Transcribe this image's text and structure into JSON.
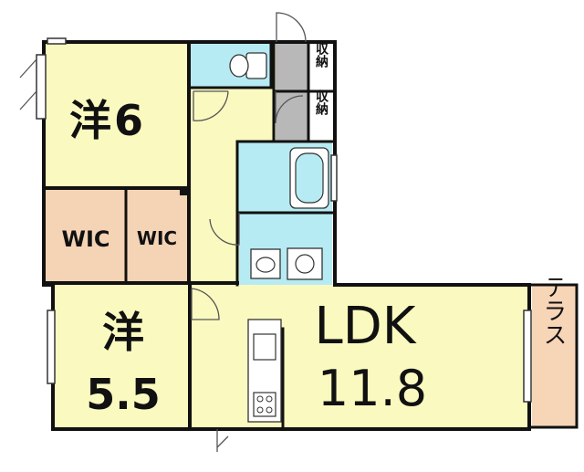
{
  "rooms": {
    "western_6": {
      "kanji": "洋",
      "size": "6"
    },
    "western_55": {
      "kanji": "洋",
      "size": "5.5"
    },
    "ldk": {
      "label": "LDK",
      "size": "11.8"
    },
    "wic_left": {
      "label": "WIC"
    },
    "wic_right": {
      "label": "WIC"
    },
    "storage_1": {
      "label": "収納"
    },
    "storage_2": {
      "label": "収納"
    },
    "terrace": {
      "label": "テラス"
    }
  },
  "colors": {
    "room_yellow": "#fafac0",
    "wet_blue": "#b7ebf4",
    "wic_peach": "#f5d3b5",
    "terrace_peach": "#f7d5b7",
    "storage_gray": "#b8b8b8",
    "wall": "#111111",
    "door": "#555555"
  }
}
